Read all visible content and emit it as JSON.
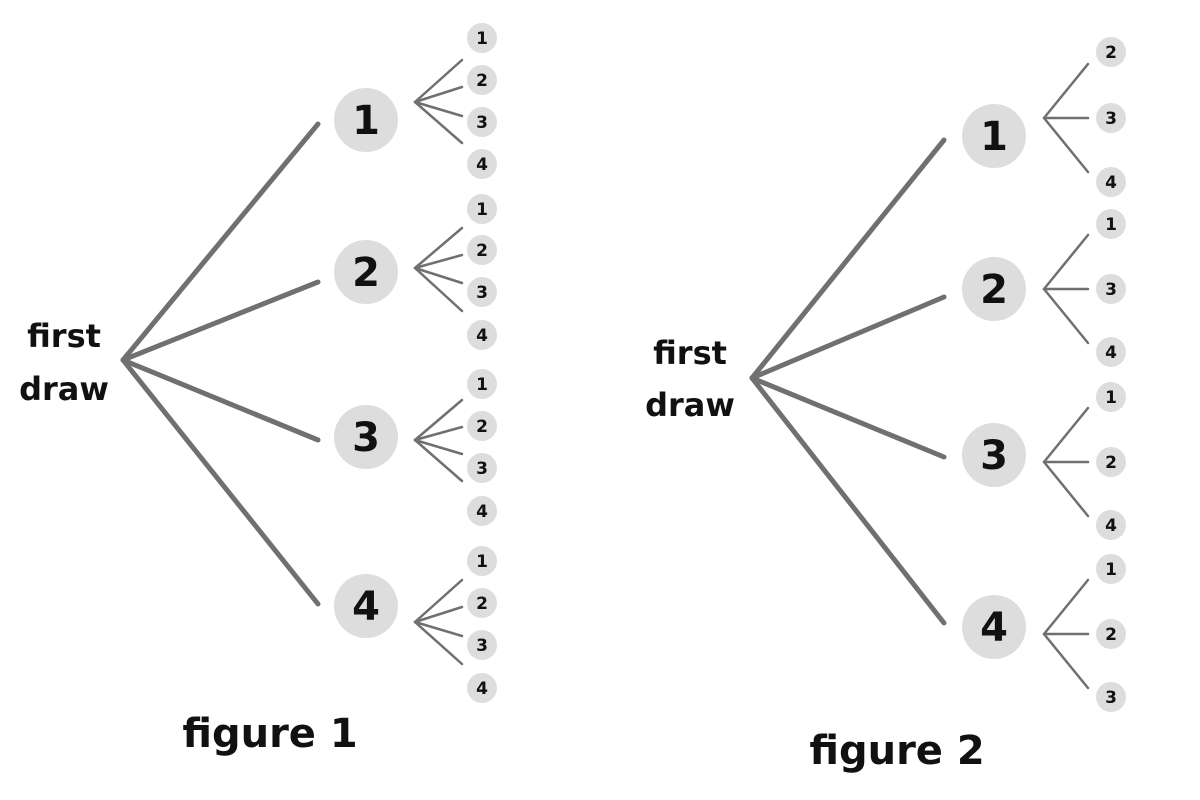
{
  "figures": [
    {
      "root_label_lines": [
        "first",
        "draw"
      ],
      "caption": "figure 1",
      "branches": [
        {
          "label": "1",
          "children": [
            "1",
            "2",
            "3",
            "4"
          ]
        },
        {
          "label": "2",
          "children": [
            "1",
            "2",
            "3",
            "4"
          ]
        },
        {
          "label": "3",
          "children": [
            "1",
            "2",
            "3",
            "4"
          ]
        },
        {
          "label": "4",
          "children": [
            "1",
            "2",
            "3",
            "4"
          ]
        }
      ]
    },
    {
      "root_label_lines": [
        "first",
        "draw"
      ],
      "caption": "figure 2",
      "branches": [
        {
          "label": "1",
          "children": [
            "2",
            "3",
            "4"
          ]
        },
        {
          "label": "2",
          "children": [
            "1",
            "3",
            "4"
          ]
        },
        {
          "label": "3",
          "children": [
            "1",
            "2",
            "4"
          ]
        },
        {
          "label": "4",
          "children": [
            "1",
            "2",
            "3"
          ]
        }
      ]
    }
  ],
  "colors": {
    "line": "#707070",
    "node_fill": "#dddddd",
    "text": "#111111"
  }
}
